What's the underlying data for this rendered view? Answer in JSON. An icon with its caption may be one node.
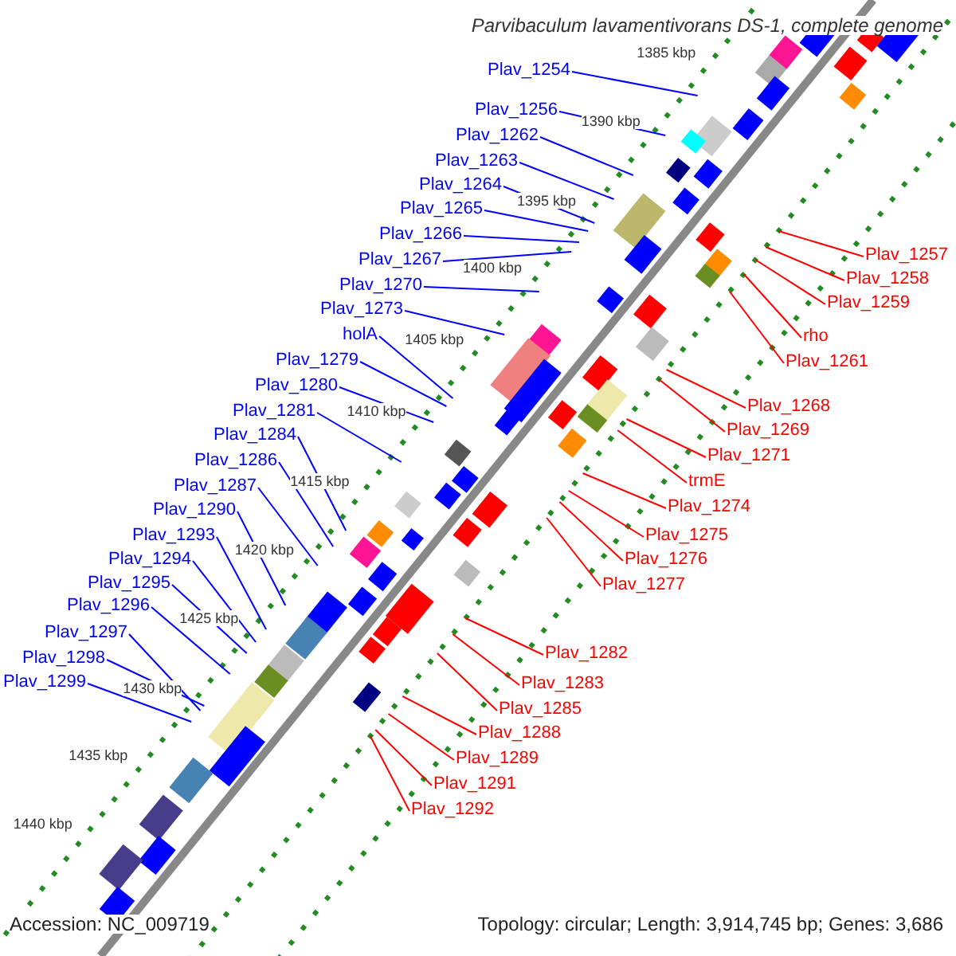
{
  "diagram": {
    "title": "Parvibaculum lavamentivorans DS-1, complete genome",
    "nodes": [
      {
        "text": [
          "Plav_1254"
        ]
      },
      {
        "text": [
          "Plav_1256"
        ]
      },
      {
        "text": [
          "Plav_1262"
        ]
      },
      {
        "text": [
          "Plav_1263"
        ]
      },
      {
        "text": [
          "Plav_1264"
        ]
      },
      {
        "text": [
          "Plav_1265"
        ]
      },
      {
        "text": [
          "Plav_1266"
        ]
      },
      {
        "text": [
          "Plav_1267"
        ]
      },
      {
        "text": [
          "Plav_1270"
        ]
      },
      {
        "text": [
          "Plav_1273"
        ]
      },
      {
        "text": [
          "holA"
        ]
      },
      {
        "text": [
          "Plav_1279"
        ]
      },
      {
        "text": [
          "Plav_1280"
        ]
      },
      {
        "text": [
          "Plav_1281"
        ]
      },
      {
        "text": [
          "Plav_1284"
        ]
      },
      {
        "text": [
          "Plav_1286"
        ]
      },
      {
        "text": [
          "Plav_1287"
        ]
      },
      {
        "text": [
          "Plav_1290"
        ]
      },
      {
        "text": [
          "Plav_1293"
        ]
      },
      {
        "text": [
          "Plav_1294"
        ]
      },
      {
        "text": [
          "Plav_1295"
        ]
      },
      {
        "text": [
          "Plav_1296"
        ]
      },
      {
        "text": [
          "Plav_1297"
        ]
      },
      {
        "text": [
          "Plav_1298"
        ]
      },
      {
        "text": [
          "Plav_1299"
        ]
      },
      {
        "text": [
          "Plav_1257"
        ]
      },
      {
        "text": [
          "Plav_1258"
        ]
      },
      {
        "text": [
          "Plav_1259"
        ]
      },
      {
        "text": [
          "rho"
        ]
      },
      {
        "text": [
          "Plav_1261"
        ]
      },
      {
        "text": [
          "Plav_1268"
        ]
      },
      {
        "text": [
          "Plav_1269"
        ]
      },
      {
        "text": [
          "Plav_1271"
        ]
      },
      {
        "text": [
          "trmE"
        ]
      },
      {
        "text": [
          "Plav_1274"
        ]
      },
      {
        "text": [
          "Plav_1275"
        ]
      },
      {
        "text": [
          "Plav_1276"
        ]
      },
      {
        "text": [
          "Plav_1277"
        ]
      },
      {
        "text": [
          "Plav_1282"
        ]
      },
      {
        "text": [
          "Plav_1283"
        ]
      },
      {
        "text": [
          "Plav_1285"
        ]
      },
      {
        "text": [
          "Plav_1288"
        ]
      },
      {
        "text": [
          "Plav_1289"
        ]
      },
      {
        "text": [
          "Plav_1291"
        ]
      },
      {
        "text": [
          "Plav_1292"
        ]
      }
    ],
    "edges": [
      {
        "from": 0,
        "to": null,
        "arrow": "none"
      },
      {
        "from": 1,
        "to": null,
        "arrow": "none"
      },
      {
        "from": 2,
        "to": null,
        "arrow": "none"
      },
      {
        "from": 3,
        "to": null,
        "arrow": "none"
      },
      {
        "from": 4,
        "to": null,
        "arrow": "none"
      },
      {
        "from": 5,
        "to": null,
        "arrow": "none"
      },
      {
        "from": 6,
        "to": null,
        "arrow": "none"
      },
      {
        "from": 7,
        "to": null,
        "arrow": "none"
      },
      {
        "from": 8,
        "to": null,
        "arrow": "none"
      },
      {
        "from": 9,
        "to": null,
        "arrow": "none"
      },
      {
        "from": 10,
        "to": null,
        "arrow": "none"
      },
      {
        "from": 11,
        "to": null,
        "arrow": "none"
      },
      {
        "from": 12,
        "to": null,
        "arrow": "none"
      },
      {
        "from": 13,
        "to": null,
        "arrow": "none"
      },
      {
        "from": 14,
        "to": null,
        "arrow": "none"
      },
      {
        "from": 15,
        "to": null,
        "arrow": "none"
      },
      {
        "from": 16,
        "to": null,
        "arrow": "none"
      },
      {
        "from": 17,
        "to": null,
        "arrow": "none"
      },
      {
        "from": 18,
        "to": null,
        "arrow": "none"
      },
      {
        "from": 19,
        "to": null,
        "arrow": "none"
      },
      {
        "from": 20,
        "to": null,
        "arrow": "none"
      },
      {
        "from": 21,
        "to": null,
        "arrow": "none"
      },
      {
        "from": 22,
        "to": null,
        "arrow": "none"
      },
      {
        "from": 23,
        "to": null,
        "arrow": "none"
      },
      {
        "from": 24,
        "to": null,
        "arrow": "none"
      },
      {
        "from": 25,
        "to": null,
        "arrow": "none",
        "color": "#ff0000"
      },
      {
        "from": 26,
        "to": null,
        "arrow": "none",
        "color": "#ff0000"
      },
      {
        "from": 27,
        "to": null,
        "arrow": "none",
        "color": "#ff0000"
      },
      {
        "from": 28,
        "to": null,
        "arrow": "none",
        "color": "#ff0000"
      },
      {
        "from": 29,
        "to": null,
        "arrow": "none",
        "color": "#ff0000"
      },
      {
        "from": 30,
        "to": null,
        "arrow": "none",
        "color": "#ff0000"
      },
      {
        "from": 31,
        "to": null,
        "arrow": "none",
        "color": "#ff0000"
      },
      {
        "from": 32,
        "to": null,
        "arrow": "none",
        "color": "#ff0000"
      },
      {
        "from": 33,
        "to": null,
        "arrow": "none",
        "color": "#ff0000"
      },
      {
        "from": 34,
        "to": null,
        "arrow": "none",
        "color": "#ff0000"
      },
      {
        "from": 35,
        "to": null,
        "arrow": "none",
        "color": "#ff0000"
      },
      {
        "from": 36,
        "to": null,
        "arrow": "none",
        "color": "#ff0000"
      },
      {
        "from": 37,
        "to": null,
        "arrow": "none",
        "color": "#ff0000"
      },
      {
        "from": 38,
        "to": null,
        "arrow": "none",
        "color": "#ff0000"
      },
      {
        "from": 39,
        "to": null,
        "arrow": "none",
        "color": "#ff0000"
      },
      {
        "from": 40,
        "to": null,
        "arrow": "none",
        "color": "#ff0000"
      },
      {
        "from": 41,
        "to": null,
        "arrow": "none",
        "color": "#ff0000"
      },
      {
        "from": 42,
        "to": null,
        "arrow": "none",
        "color": "#ff0000"
      },
      {
        "from": 43,
        "to": null,
        "arrow": "none",
        "color": "#ff0000"
      },
      {
        "from": 44,
        "to": null,
        "arrow": "none",
        "color": "#ff0000"
      }
    ],
    "labels": [
      "1385 kbp",
      "1390 kbp",
      "1395 kbp",
      "1400 kbp",
      "1405 kbp",
      "1410 kbp",
      "1415 kbp",
      "1420 kbp",
      "1425 kbp",
      "1430 kbp",
      "1435 kbp",
      "1440 kbp",
      "Accession: NC_009719",
      "Topology: circular; Length: 3,914,745 bp; Genes: 3,686"
    ]
  }
}
